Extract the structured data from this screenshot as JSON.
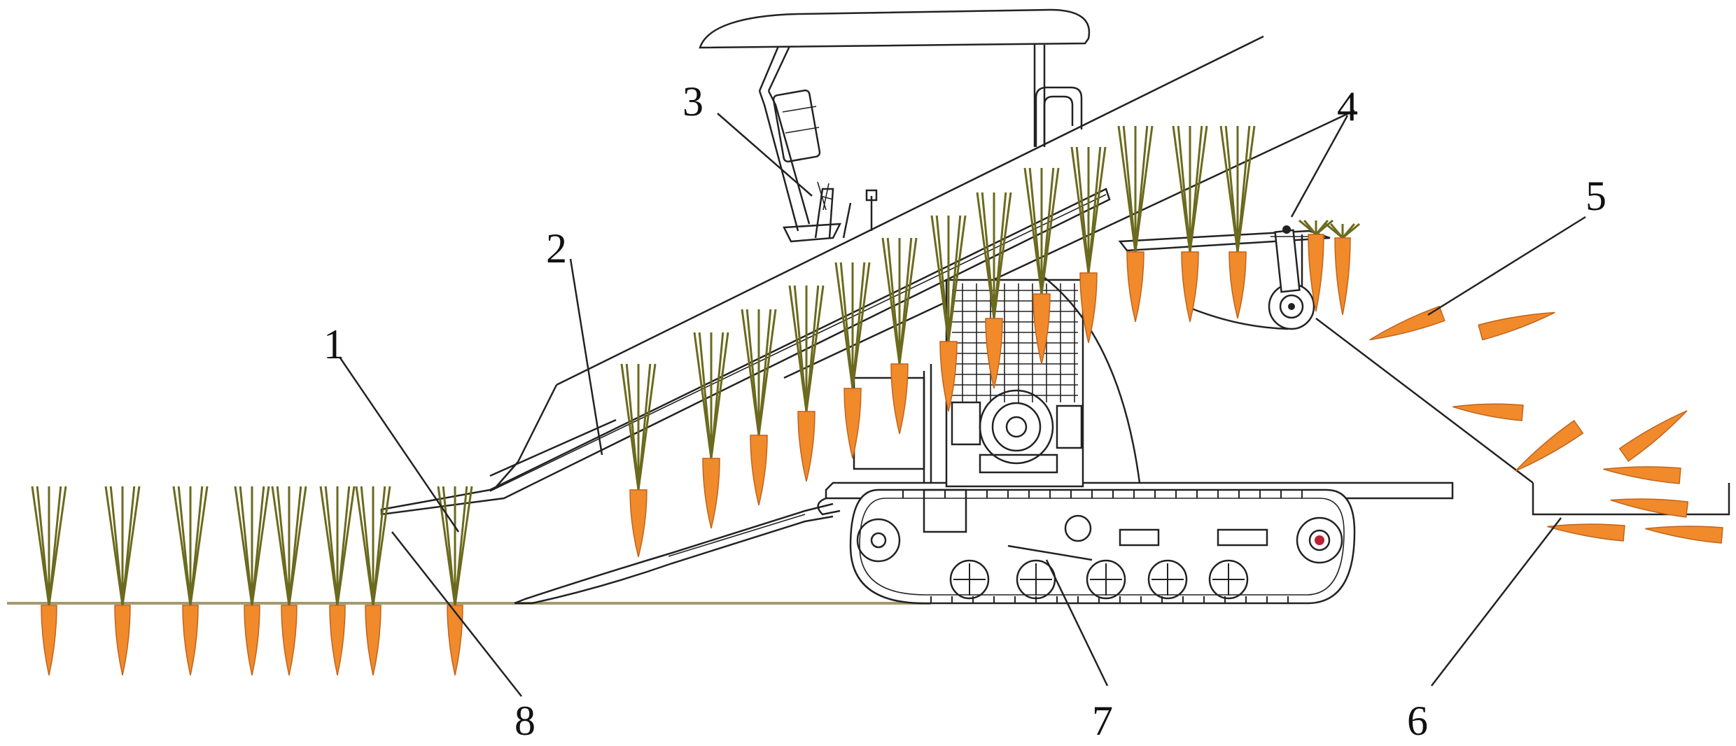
{
  "callouts": [
    {
      "id": "1",
      "label": "1"
    },
    {
      "id": "2",
      "label": "2"
    },
    {
      "id": "3",
      "label": "3"
    },
    {
      "id": "4",
      "label": "4"
    },
    {
      "id": "5",
      "label": "5"
    },
    {
      "id": "6",
      "label": "6"
    },
    {
      "id": "7",
      "label": "7"
    },
    {
      "id": "8",
      "label": "8"
    }
  ],
  "colors": {
    "carrot": "#F08A2B",
    "carrot_stroke": "#C2631A",
    "leaf": "#6B6A1E",
    "ground": "#A39A6E",
    "line": "#222222"
  }
}
